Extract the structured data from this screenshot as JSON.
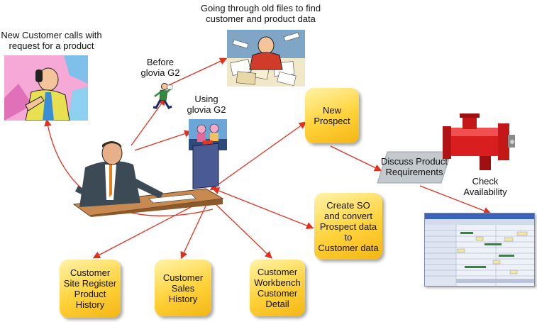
{
  "labels": {
    "new_customer": "New Customer calls with\nrequest for a product",
    "old_files": "Going through old files to find\ncustomer and product data",
    "before": "Before\nglovia G2",
    "using": "Using\nglovia G2",
    "check_availability": "Check\nAvailability"
  },
  "boxes": {
    "new_prospect": "New\nProspect",
    "create_so": "Create SO\nand convert\nProspect data\nto\nCustomer data",
    "site_register": "Customer\nSite Register\nProduct\nHistory",
    "sales_history": "Customer\nSales\nHistory",
    "workbench": "Customer\nWorkbench\nCustomer\nDetail"
  },
  "discuss": "Discuss Product\nRequirements",
  "colors": {
    "arrow": "#e0311f",
    "box_fill": "#ffd23a",
    "discuss_fill": "#c4c9ce"
  }
}
